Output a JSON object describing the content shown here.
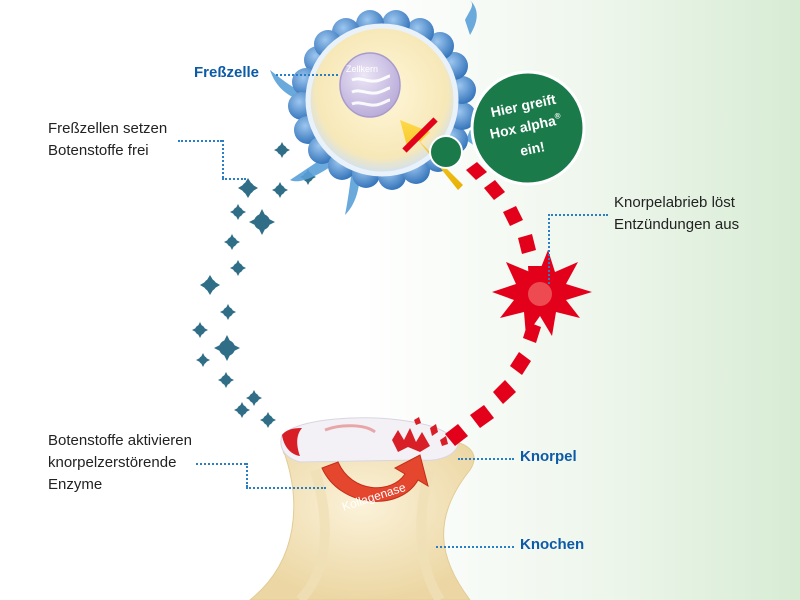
{
  "labels": {
    "fresszelle": "Freßzelle",
    "zellkern": "Zellkern",
    "botenstoffe_frei": [
      "Freßzellen setzen",
      "Botenstoffe frei"
    ],
    "hox": [
      "Hier greift",
      "Hox alpha",
      "ein!"
    ],
    "hox_sup": "®",
    "knorpelabrieb": [
      "Knorpelabrieb löst",
      "Entzündungen aus"
    ],
    "botenstoffe_aktivieren": [
      "Botenstoffe aktivieren",
      "knorpelzerstörende",
      "Enzyme"
    ],
    "knorpel": "Knorpel",
    "kollagenase": "Kollagenase",
    "knochen": "Knochen"
  },
  "colors": {
    "label_blue": "#0d5aa7",
    "arrow_red": "#e3001b",
    "badge_green": "#1a7a4a",
    "messenger_teal": "#2f6e86",
    "cell_blue": "#5aa0d8"
  }
}
